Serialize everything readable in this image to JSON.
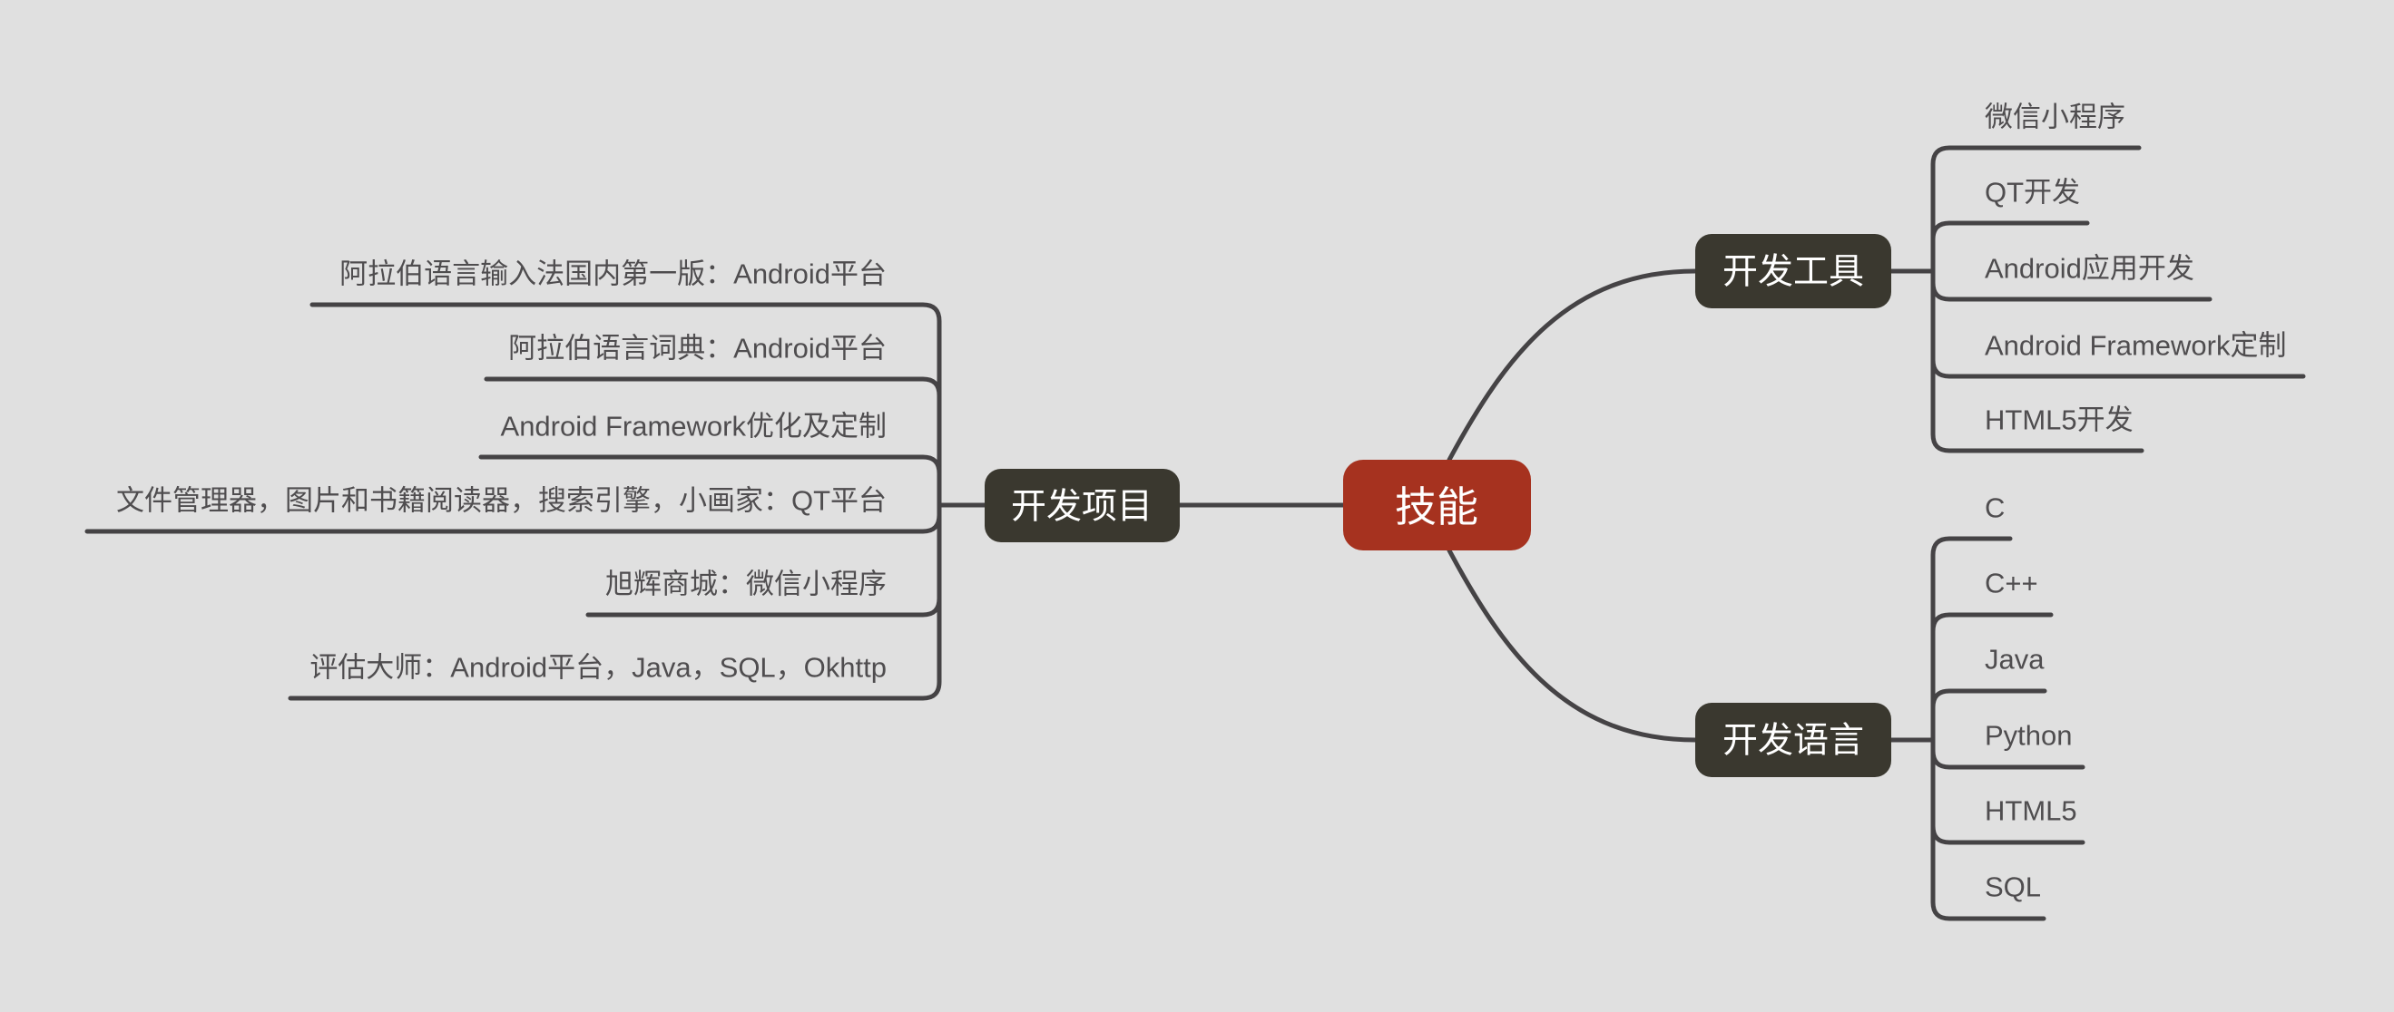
{
  "colors": {
    "background": "#e0e0e0",
    "line": "#454345",
    "item-text": "#4f4d4f",
    "root-fill": "#a6321f",
    "branch-fill": "#3a382f",
    "node-text": "#ffffff"
  },
  "map": {
    "root": {
      "label": "技能"
    },
    "branches": [
      {
        "label": "开发项目",
        "side": "left",
        "children": [
          {
            "label": "阿拉伯语言输入法国内第一版：Android平台"
          },
          {
            "label": "阿拉伯语言词典：Android平台"
          },
          {
            "label": "Android Framework优化及定制"
          },
          {
            "label": "文件管理器，图片和书籍阅读器，搜索引擎，小画家：QT平台"
          },
          {
            "label": "旭辉商城：微信小程序"
          },
          {
            "label": "评估大师：Android平台，Java，SQL，Okhttp"
          }
        ]
      },
      {
        "label": "开发工具",
        "side": "right-top",
        "children": [
          {
            "label": "微信小程序"
          },
          {
            "label": "QT开发"
          },
          {
            "label": "Android应用开发"
          },
          {
            "label": "Android Framework定制"
          },
          {
            "label": "HTML5开发"
          }
        ]
      },
      {
        "label": "开发语言",
        "side": "right-bottom",
        "children": [
          {
            "label": "C"
          },
          {
            "label": "C++"
          },
          {
            "label": "Java"
          },
          {
            "label": "Python"
          },
          {
            "label": "HTML5"
          },
          {
            "label": "SQL"
          }
        ]
      }
    ]
  }
}
